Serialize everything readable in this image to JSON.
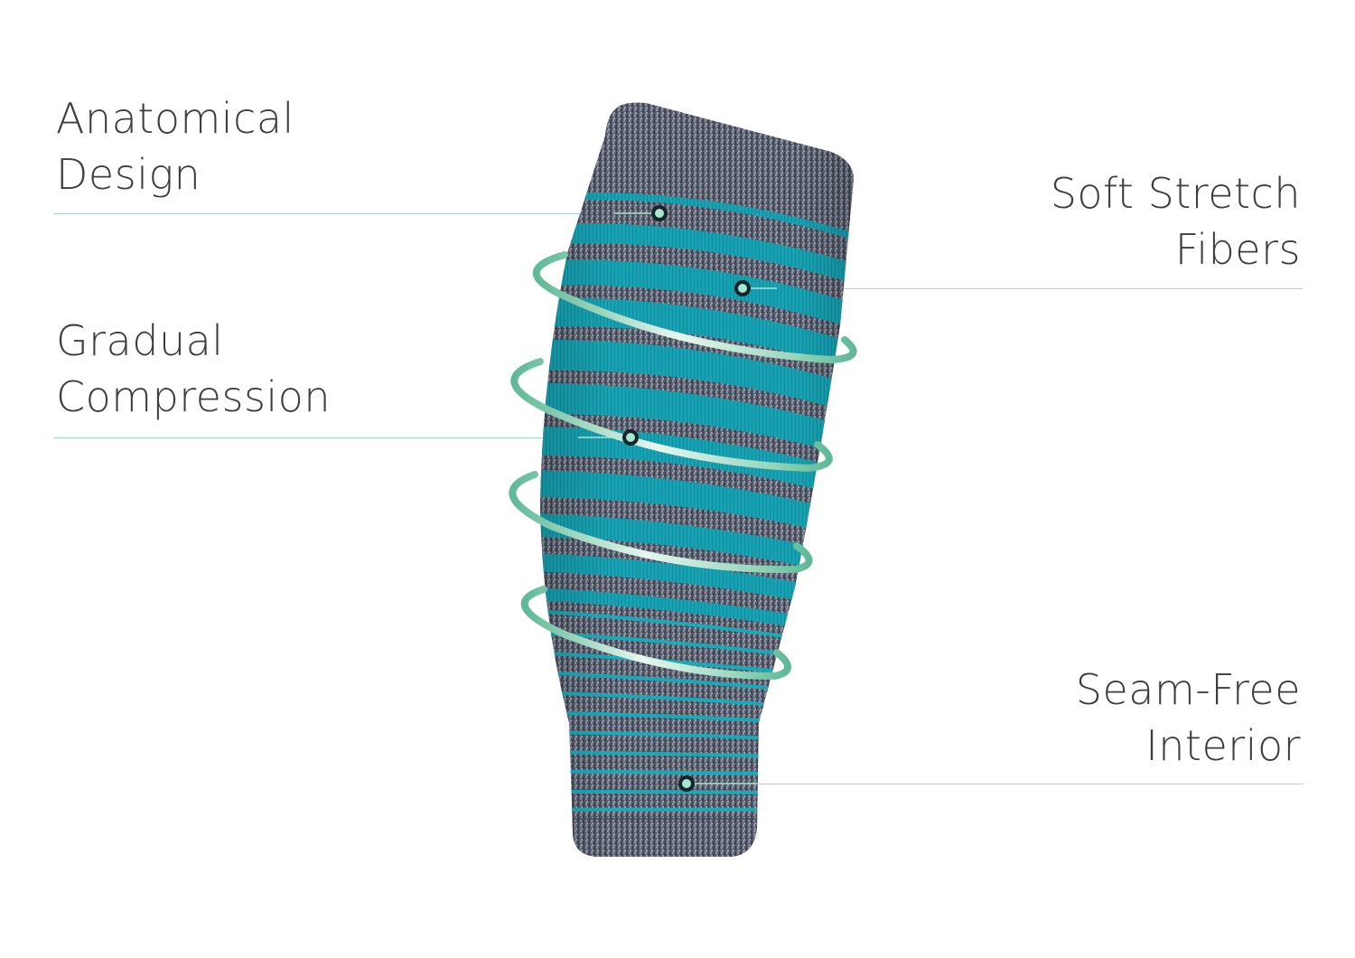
{
  "features": [
    {
      "id": "anatomical-design",
      "lines": [
        "Anatomical",
        "Design"
      ],
      "side": "left"
    },
    {
      "id": "soft-stretch-fibers",
      "lines": [
        "Soft Stretch",
        "Fibers"
      ],
      "side": "right"
    },
    {
      "id": "gradual-compression",
      "lines": [
        "Gradual",
        "Compression"
      ],
      "side": "left"
    },
    {
      "id": "seam-free-interior",
      "lines": [
        "Seam-Free",
        "Interior"
      ],
      "side": "right"
    }
  ],
  "product": {
    "name_icon": "compression-calf-sleeve",
    "colors": {
      "heather_gray": "#5b6170",
      "teal_stripe": "#15a3b3",
      "ring_green": "#6cc3a3",
      "ring_highlight": "#e4f6ee",
      "leader_line": "#9fd8c6",
      "marker_dark": "#14262a",
      "marker_center": "#a8e6d2",
      "text": "#3d3d3d"
    }
  }
}
